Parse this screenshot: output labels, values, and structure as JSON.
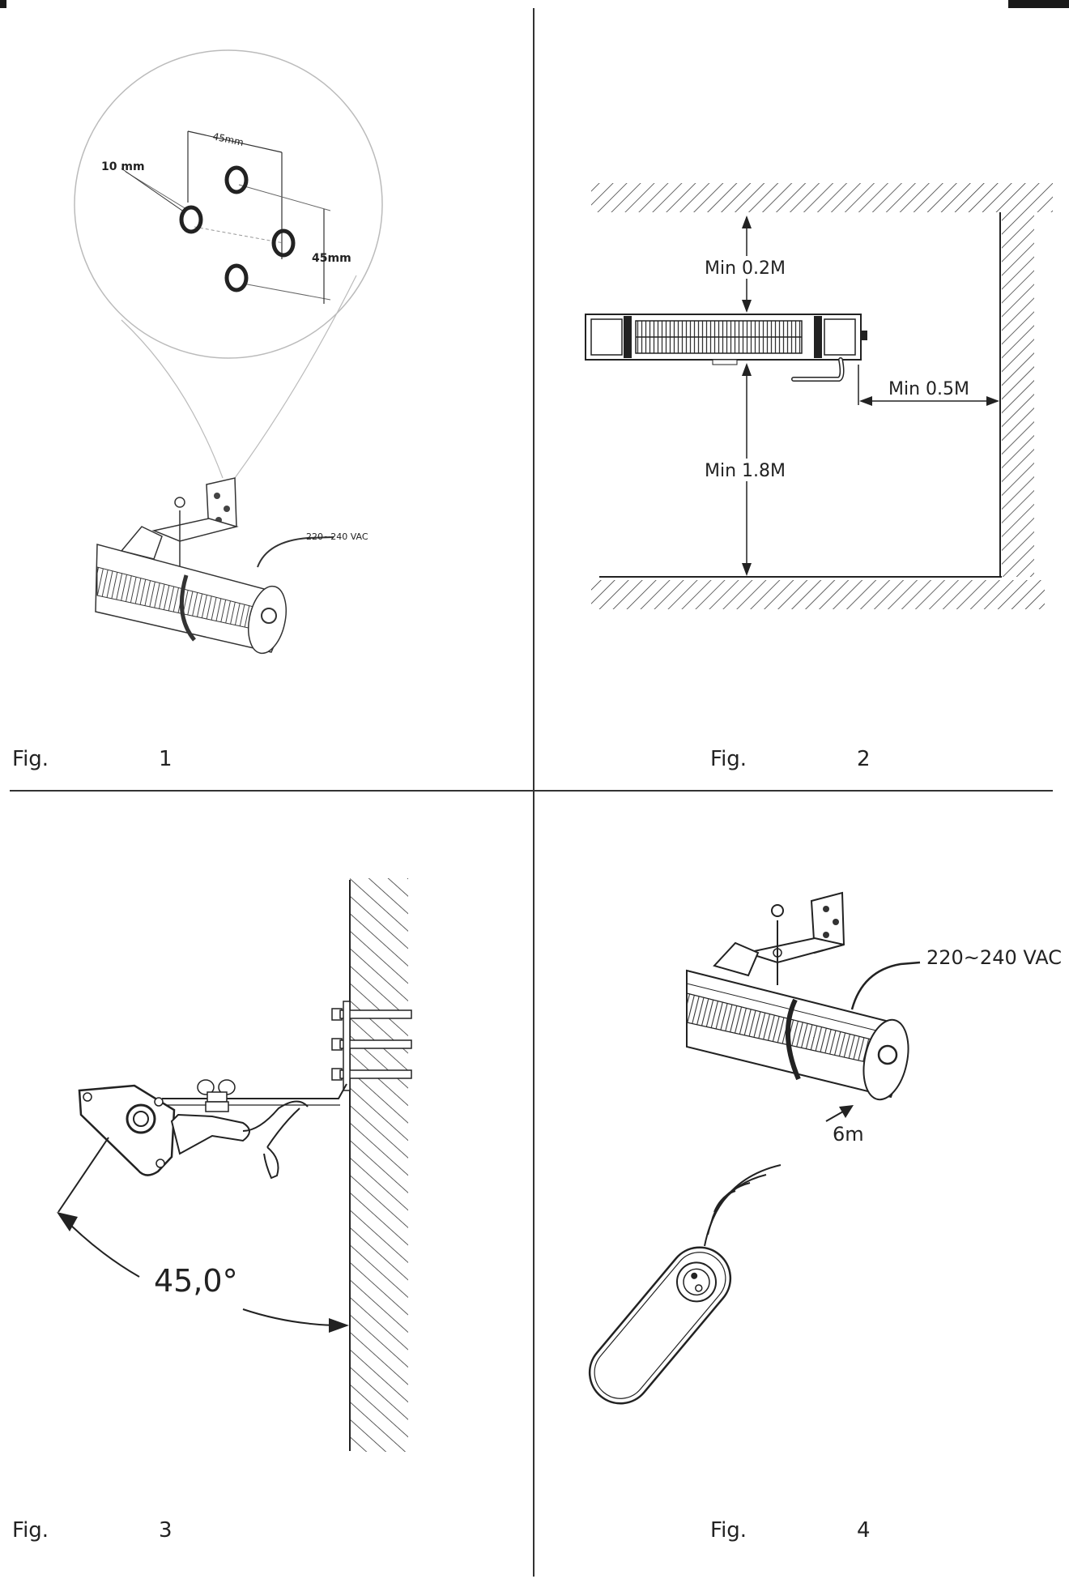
{
  "figures": [
    {
      "id": "fig1",
      "caption_word": "Fig.",
      "caption_number": "1",
      "labels": {
        "hole_diameter": "10 mm",
        "horizontal_spacing": "45mm",
        "vertical_spacing": "45mm",
        "voltage": "220~240 VAC"
      }
    },
    {
      "id": "fig2",
      "caption_word": "Fig.",
      "caption_number": "2",
      "labels": {
        "ceiling_clearance": "Min 0.2M",
        "floor_clearance": "Min 1.8M",
        "side_clearance": "Min 0.5M"
      }
    },
    {
      "id": "fig3",
      "caption_word": "Fig.",
      "caption_number": "3",
      "labels": {
        "tilt_angle": "45,0°"
      }
    },
    {
      "id": "fig4",
      "caption_word": "Fig.",
      "caption_number": "4",
      "labels": {
        "voltage": "220~240 VAC",
        "remote_range": "6m"
      }
    }
  ],
  "colors": {
    "line": "#222222",
    "wall_hatch": "#333333",
    "magnifier": "#bbbbbb"
  }
}
